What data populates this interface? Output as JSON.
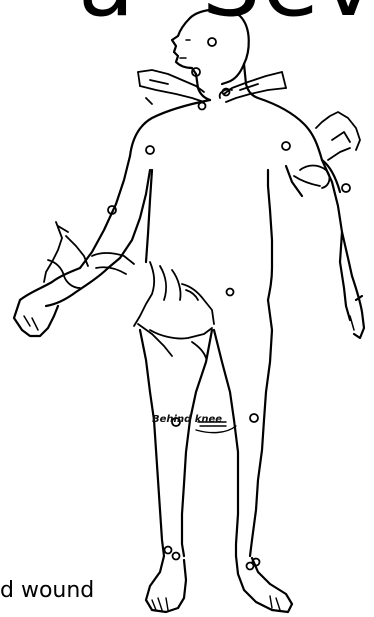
{
  "slide": {
    "title_left": "a",
    "title_right": "Seve",
    "caption": "d wound"
  },
  "illustration": {
    "callout_label": "Behind knee"
  },
  "colors": {
    "ink": "#000000",
    "background": "#ffffff"
  }
}
